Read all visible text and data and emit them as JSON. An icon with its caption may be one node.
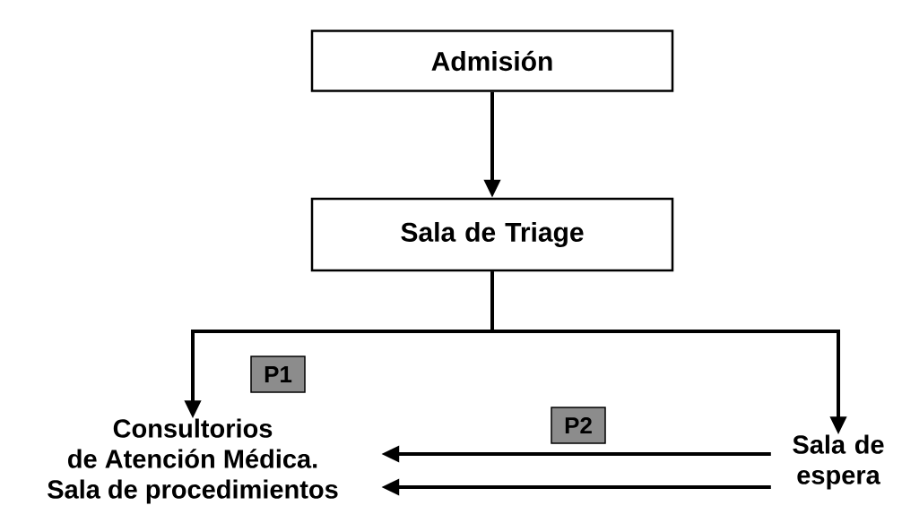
{
  "diagram": {
    "nodes": [
      {
        "text": [
          "Admisión"
        ]
      },
      {
        "text": [
          "Sala de Triage"
        ]
      },
      {
        "text": [
          "Consultorios de Atención Médica. Sala de procedimientos"
        ]
      },
      {
        "text": [
          "Sala de espera"
        ]
      },
      {
        "text": [
          "P1"
        ]
      },
      {
        "text": [
          "P2"
        ]
      }
    ],
    "edges": [
      {
        "from": 0,
        "to": 1,
        "arrow": "to"
      },
      {
        "from": 1,
        "to": 2,
        "arrow": "to"
      },
      {
        "from": 1,
        "to": 3,
        "arrow": "to"
      },
      {
        "from": 3,
        "to": 2,
        "arrow": "to"
      },
      {
        "from": 3,
        "to": 2,
        "arrow": "to"
      }
    ]
  }
}
